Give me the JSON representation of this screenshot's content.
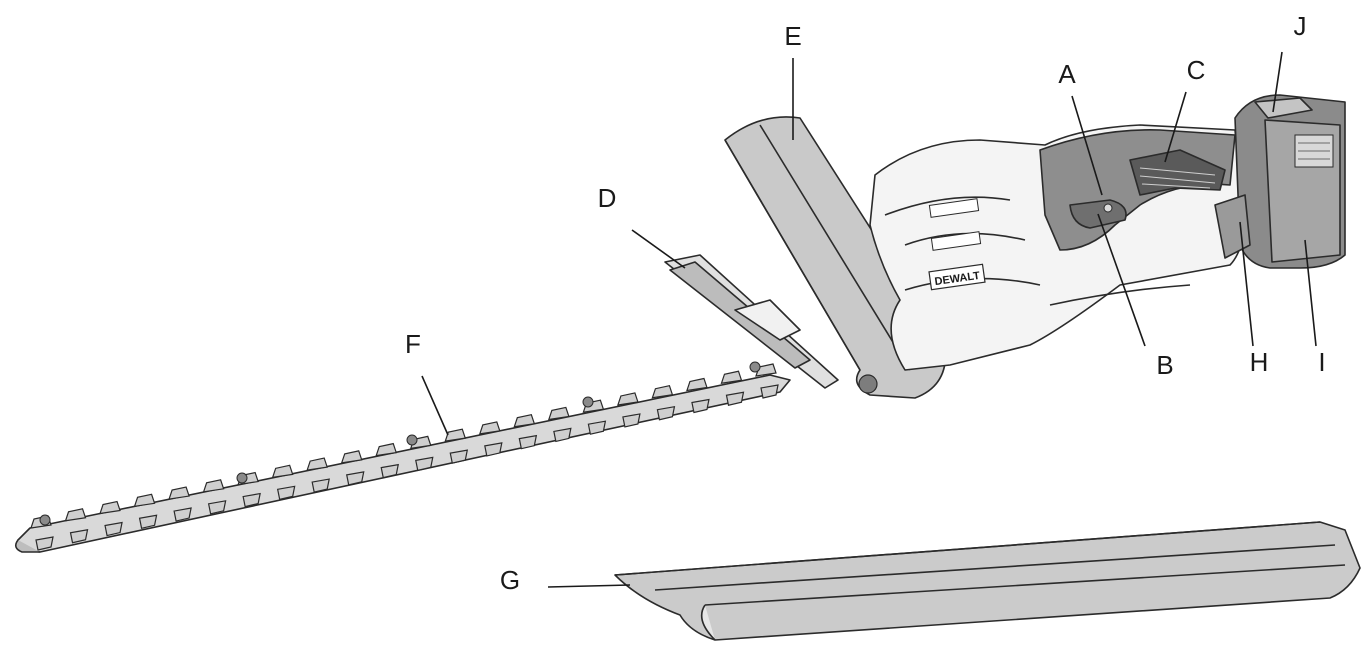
{
  "diagram": {
    "callouts": {
      "a": "A",
      "b": "B",
      "c": "C",
      "d": "D",
      "e": "E",
      "f": "F",
      "g": "G",
      "h": "H",
      "i": "I",
      "j": "J"
    },
    "brand_plate": "DEWALT"
  }
}
